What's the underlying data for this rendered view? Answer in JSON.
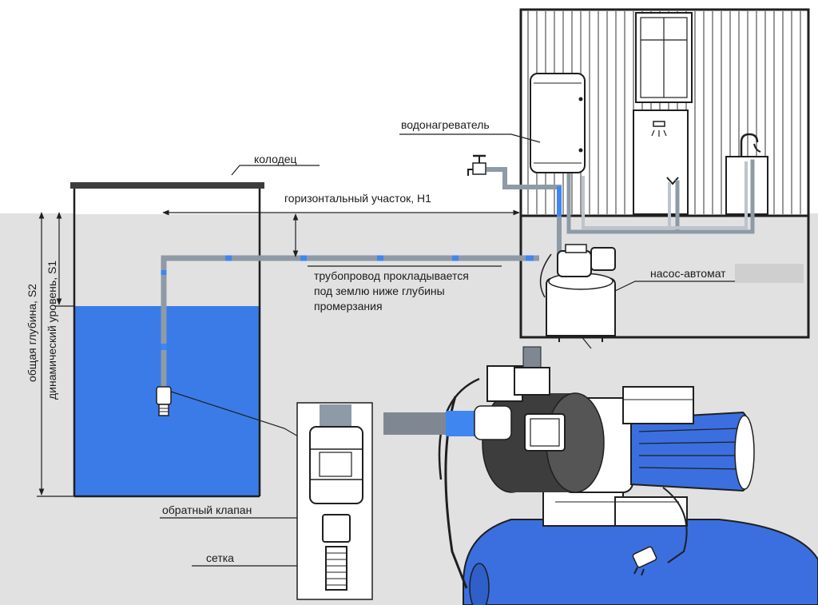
{
  "labels": {
    "well": "колодец",
    "horizontal_section": "горизонтальный участок, H1",
    "water_heater": "водонагреватель",
    "pipeline_line1": "трубопровод прокладывается",
    "pipeline_line2": "под землю ниже глубины",
    "pipeline_line3": "промерзания",
    "pump_station": "насос-автомат",
    "total_depth": "общая глубина, S2",
    "dynamic_level": "динамический уровень, S1",
    "check_valve": "обратный клапан",
    "strainer": "сетка"
  },
  "colors": {
    "ground": "#e1e1e1",
    "water": "#3a7be8",
    "pipe": "#8e9aa6",
    "pipe_accent": "#3f86f0",
    "tank_blue": "#3b6fe0",
    "line": "#1f1f1f",
    "redaction": "#cfcfcf"
  },
  "icons": {
    "window": "window-icon",
    "shower": "shower-icon",
    "faucet": "faucet-icon",
    "tap": "outdoor-tap-icon",
    "plug": "power-plug-icon"
  }
}
